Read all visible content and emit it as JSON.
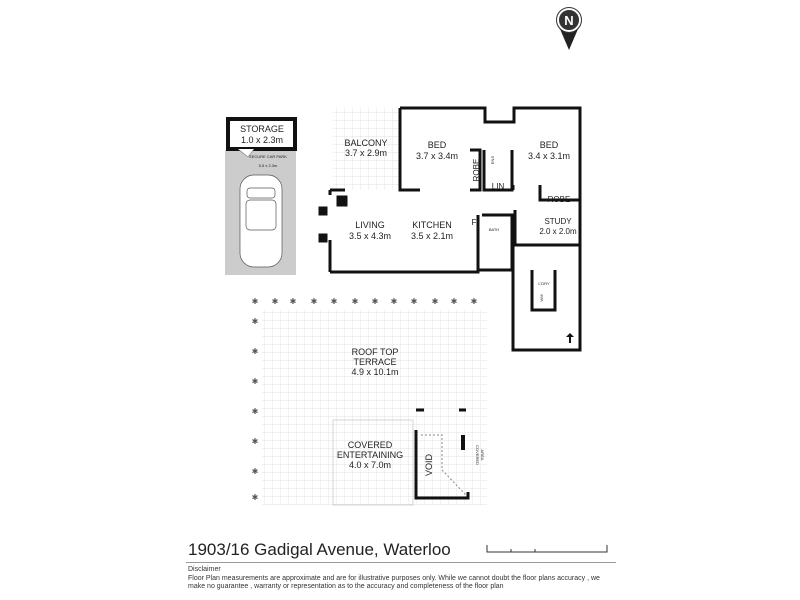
{
  "north": {
    "label": "N",
    "icon": "north-arrow-icon"
  },
  "rooms": {
    "storage": {
      "name": "STORAGE",
      "size": "1.0 x 2.3m"
    },
    "car_park": {
      "name": "SECURE CAR PARK",
      "size": "5.5 x 2.3m"
    },
    "balcony": {
      "name": "BALCONY",
      "size": "3.7 x 2.9m"
    },
    "bed1": {
      "name": "BED",
      "size": "3.7 x 3.4m"
    },
    "bed2": {
      "name": "BED",
      "size": "3.4 x 3.1m"
    },
    "robe1": {
      "name": "ROBE"
    },
    "robe2": {
      "name": "ROBE"
    },
    "ens": {
      "name": "ENS"
    },
    "lin": {
      "name": "LIN"
    },
    "living": {
      "name": "LIVING",
      "size": "3.5 x 4.3m"
    },
    "kitchen": {
      "name": "KITCHEN",
      "size": "3.5 x 2.1m"
    },
    "fridge": {
      "name": "F"
    },
    "bath": {
      "name": "BATH"
    },
    "study": {
      "name": "STUDY",
      "size": "2.0 x 2.0m"
    },
    "laundry": {
      "name": "L'DRY"
    },
    "wm": {
      "name": "WM"
    },
    "terrace": {
      "name1": "ROOF TOP",
      "name2": "TERRACE",
      "size": "4.9 x 10.1m"
    },
    "covered": {
      "name1": "COVERED",
      "name2": "ENTERTAINING",
      "size": "4.0 x 7.0m"
    },
    "void": {
      "name": "VOID"
    },
    "covered_area": {
      "name1": "COVERED",
      "name2": "AREA"
    }
  },
  "footer": {
    "address": "1903/16 Gadigal Avenue, Waterloo",
    "disclaimer_title": "Disclaimer",
    "disclaimer_text": "Floor Plan measurements are approximate and are for illustrative purposes only. While we cannot doubt the floor plans accuracy , we make no guarantee , warranty or representation as to the accuracy and completeness of the floor plan"
  },
  "colors": {
    "wall": "#111111",
    "carpark": "#cccccc",
    "grid": "#d8d8d8"
  }
}
